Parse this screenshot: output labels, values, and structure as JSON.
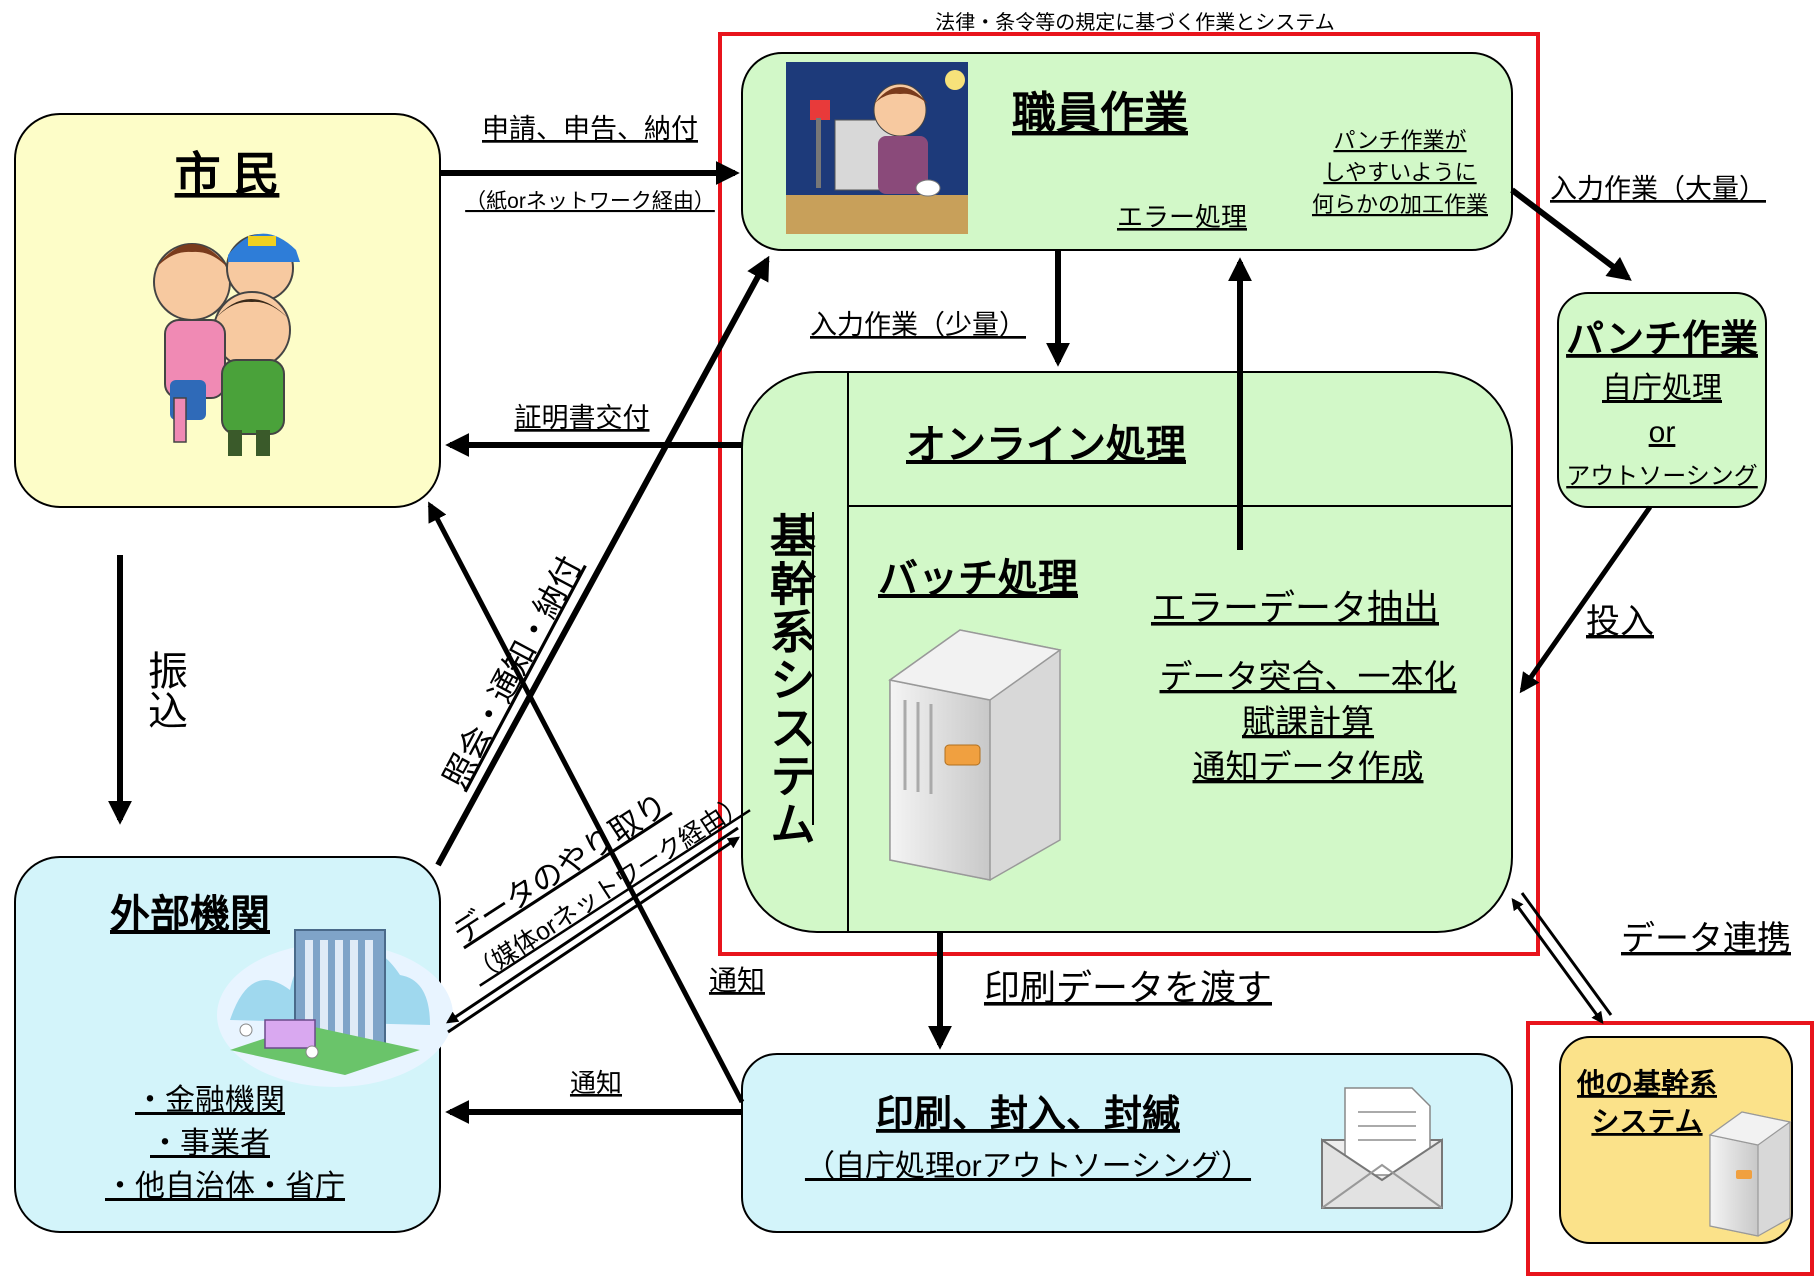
{
  "header": "法律・条令等の規定に基づく作業とシステム",
  "citizen": {
    "title": "市 民"
  },
  "external": {
    "title": "外部機関",
    "items": [
      "・金融機関",
      "・事業者",
      "・他自治体・省庁"
    ]
  },
  "staff": {
    "title": "職員作業",
    "note": [
      "パンチ作業が",
      "しやすいように",
      "何らかの加工作業"
    ],
    "error": "エラー処理"
  },
  "core": {
    "vertical_title": "基幹系システム",
    "online": "オンライン処理",
    "batch": "バッチ処理",
    "error_extract": "エラーデータ抽出",
    "tasks": [
      "データ突合、一本化",
      "賦課計算",
      "通知データ作成"
    ]
  },
  "punch": {
    "title": "パンチ作業",
    "lines": [
      "自庁処理",
      "or",
      "アウトソーシング"
    ]
  },
  "print": {
    "title": "印刷、封入、封緘",
    "sub": "（自庁処理orアウトソーシング）"
  },
  "other": {
    "title": "他の基幹系",
    "title2": "システム"
  },
  "labels": {
    "apply": "申請、申告、納付",
    "paper": "（紙orネットワーク経由）",
    "certificate": "証明書交付",
    "input_small": "入力作業（少量）",
    "input_large": "入力作業（大量）",
    "toonyu": "投入",
    "furikomi": "振込",
    "inquiry": "照会・通知・納付",
    "exchange": "データのやり取り",
    "exchange_sub": "（媒体orネットワーク経由）",
    "notify1": "通知",
    "notify2": "通知",
    "print_data": "印刷データを渡す",
    "link": "データ連携"
  },
  "colors": {
    "citizen_fill": "#fdfdc8",
    "external_fill": "#d3f4fa",
    "green_fill": "#d2f8c8",
    "print_fill": "#d3f4fa",
    "other_fill": "#fbe28a",
    "red_frame": "#e8141c"
  }
}
